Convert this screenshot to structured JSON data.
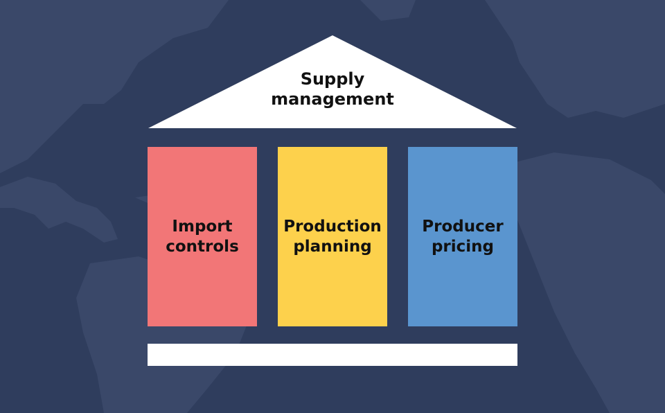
{
  "colors": {
    "background": "#2f3d5d",
    "map_land": "#3a4869",
    "roof": "#ffffff",
    "foundation": "#ffffff",
    "text": "#111111"
  },
  "roof": {
    "line1": "Supply",
    "line2": "management"
  },
  "pillars": [
    {
      "line1": "Import",
      "line2": "controls",
      "color": "#f27677"
    },
    {
      "line1": "Production",
      "line2": "planning",
      "color": "#fdd14c"
    },
    {
      "line1": "Producer",
      "line2": "pricing",
      "color": "#5a95cf"
    }
  ]
}
